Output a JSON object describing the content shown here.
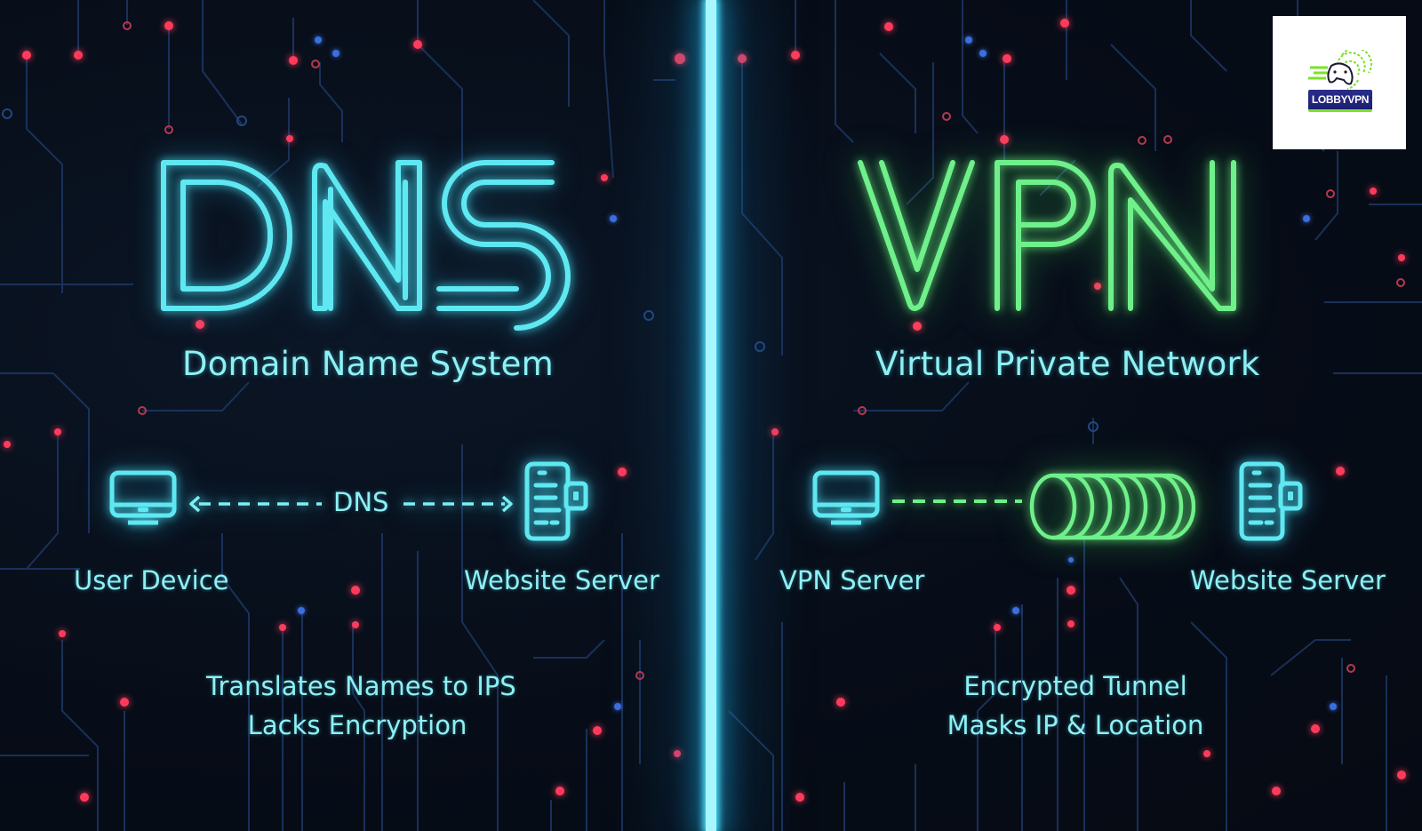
{
  "logo": {
    "brand": "LOBBYVPN",
    "icon": "gamepad-fingerprint-icon"
  },
  "left_panel": {
    "title": "DNS",
    "subtitle": "Domain Name System",
    "accent_color": "#5fe8f2",
    "diagram": {
      "left_node": {
        "icon": "monitor-icon",
        "label": "User Device"
      },
      "connector": {
        "type": "dashed-bidirectional-arrow",
        "label": "DNS"
      },
      "right_node": {
        "icon": "server-document-icon",
        "label": "Website Server"
      }
    },
    "description": [
      "Translates Names to IPS",
      "Lacks Encryption"
    ]
  },
  "right_panel": {
    "title": "VPN",
    "subtitle": "Virtual Private Network",
    "accent_color": "#6ff08a",
    "diagram": {
      "left_node": {
        "icon": "monitor-icon",
        "label": "VPN Server"
      },
      "connector": {
        "type": "dashed-line-to-tunnel",
        "icon": "encrypted-tunnel-icon"
      },
      "right_node": {
        "icon": "server-document-icon",
        "label": "Website Server"
      }
    },
    "description": [
      "Encrypted Tunnel",
      "Masks IP & Location"
    ]
  },
  "colors": {
    "background": "#060c16",
    "divider": "#a8f6ff",
    "cyan_text": "#8ef0f4",
    "circuit_red": "#ff3b5c",
    "circuit_blue": "#2f6fd6",
    "circuit_trace": "#1d3a66"
  }
}
